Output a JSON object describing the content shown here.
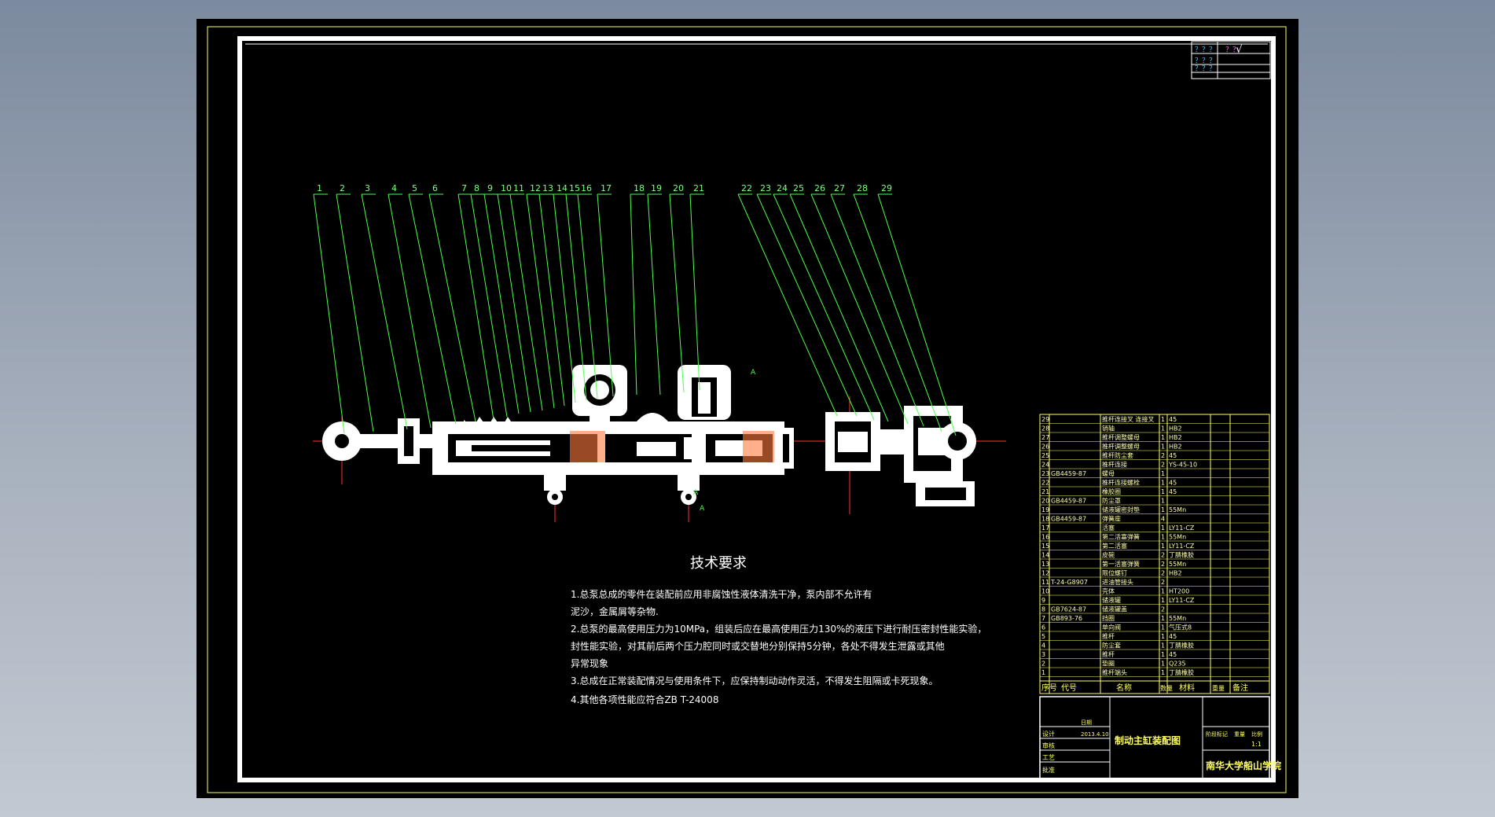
{
  "drawing": {
    "bg_color": "#000000",
    "frame_color": "#ffffff",
    "outer_frame_color": "#ffff66",
    "leader_color": "#4cff4c",
    "center_color": "#ff3030",
    "table_color": "#ffff66"
  },
  "part_numbers": [
    "1",
    "2",
    "3",
    "4",
    "5",
    "6",
    "7",
    "8",
    "9",
    "10",
    "11",
    "12",
    "13",
    "14",
    "15",
    "16",
    "17",
    "18",
    "19",
    "20",
    "21",
    "22",
    "23",
    "24",
    "25",
    "26",
    "27",
    "28",
    "29"
  ],
  "section_markers": [
    "A",
    "A",
    "A"
  ],
  "tech_requirements": {
    "title": "技术要求",
    "lines": [
      "1.总泵总成的零件在装配前应用非腐蚀性液体清洗干净，泵内部不允许有",
      "泥沙，金属屑等杂物.",
      "2.总泵的最高使用压力为10MPa，组装后应在最高使用压力130%的液压下进行耐压密封性能实验，",
      "封性能实验，对其前后两个压力腔同时或交替地分别保持5分钟，各处不得发生泄露或其他",
      "异常现象",
      "3.总成在正常装配情况与使用条件下，应保持制动动作灵活，不得发生阻隔或卡死现象。",
      "4.其他各项性能应符合ZB T-24008"
    ]
  },
  "bom": {
    "rows": [
      {
        "no": "29",
        "code": "",
        "name": "推杆连接叉 连接叉",
        "qty": "1",
        "mat": "45"
      },
      {
        "no": "28",
        "code": "",
        "name": "销轴",
        "qty": "1",
        "mat": "HB2"
      },
      {
        "no": "27",
        "code": "",
        "name": "推杆调整螺母",
        "qty": "1",
        "mat": "HB2"
      },
      {
        "no": "26",
        "code": "",
        "name": "推杆调整螺母",
        "qty": "1",
        "mat": "HB2"
      },
      {
        "no": "25",
        "code": "",
        "name": "推杆防尘套",
        "qty": "2",
        "mat": "45"
      },
      {
        "no": "24",
        "code": "",
        "name": "推杆连接",
        "qty": "2",
        "mat": "YS-45-10"
      },
      {
        "no": "23",
        "code": "GB4459-87",
        "name": "螺母",
        "qty": "1",
        "mat": ""
      },
      {
        "no": "22",
        "code": "",
        "name": "推杆连接螺栓",
        "qty": "1",
        "mat": "45"
      },
      {
        "no": "21",
        "code": "",
        "name": "橡胶圈",
        "qty": "1",
        "mat": "45"
      },
      {
        "no": "20",
        "code": "GB4459-87",
        "name": "防尘罩",
        "qty": "1",
        "mat": ""
      },
      {
        "no": "19",
        "code": "",
        "name": "储液罐密封垫",
        "qty": "1",
        "mat": "55Mn"
      },
      {
        "no": "18",
        "code": "GB4459-87",
        "name": "弹簧座",
        "qty": "4",
        "mat": ""
      },
      {
        "no": "17",
        "code": "",
        "name": "活塞",
        "qty": "1",
        "mat": "LY11-CZ"
      },
      {
        "no": "16",
        "code": "",
        "name": "第二活塞弹簧",
        "qty": "1",
        "mat": "55Mn"
      },
      {
        "no": "15",
        "code": "",
        "name": "第二活塞",
        "qty": "1",
        "mat": "LY11-CZ"
      },
      {
        "no": "14",
        "code": "",
        "name": "皮碗",
        "qty": "2",
        "mat": "丁腈橡胶"
      },
      {
        "no": "13",
        "code": "",
        "name": "第一活塞弹簧",
        "qty": "2",
        "mat": "55Mn"
      },
      {
        "no": "12",
        "code": "",
        "name": "限位螺钉",
        "qty": "2",
        "mat": "HB2"
      },
      {
        "no": "11",
        "code": "T-24-G8907",
        "name": "进油管接头",
        "qty": "2",
        "mat": ""
      },
      {
        "no": "10",
        "code": "",
        "name": "壳体",
        "qty": "1",
        "mat": "HT200"
      },
      {
        "no": "9",
        "code": "",
        "name": "储液罐",
        "qty": "1",
        "mat": "LY11-CZ"
      },
      {
        "no": "8",
        "code": "GB7624-87",
        "name": "储液罐盖",
        "qty": "2",
        "mat": ""
      },
      {
        "no": "7",
        "code": "GB893-76",
        "name": "挡圈",
        "qty": "1",
        "mat": "55Mn"
      },
      {
        "no": "6",
        "code": "",
        "name": "单向阀",
        "qty": "1",
        "mat": "气压式8"
      },
      {
        "no": "5",
        "code": "",
        "name": "推杆",
        "qty": "1",
        "mat": "45"
      },
      {
        "no": "4",
        "code": "",
        "name": "防尘套",
        "qty": "1",
        "mat": "丁腈橡胶"
      },
      {
        "no": "3",
        "code": "",
        "name": "推杆",
        "qty": "1",
        "mat": "45"
      },
      {
        "no": "2",
        "code": "",
        "name": "垫圈",
        "qty": "1",
        "mat": "Q235"
      },
      {
        "no": "1",
        "code": "",
        "name": "推杆端头",
        "qty": "1",
        "mat": "丁腈橡胶"
      }
    ],
    "header": {
      "no": "序号",
      "code": "代号",
      "name": "名称",
      "qty": "数量",
      "mat": "材料",
      "weight": "重量",
      "remark": "备注"
    }
  },
  "title_block": {
    "title": "制动主缸装配图",
    "school": "南华大学船山学院",
    "labels": {
      "design": "设计",
      "check": "审核",
      "process": "工艺",
      "approve": "批准",
      "date_label": "日期",
      "stage": "阶段标记",
      "weight": "重量",
      "scale": "比例"
    },
    "scale_value": "1:1",
    "date_value": "2013.4.10"
  },
  "revision_block": {
    "marks": [
      "？？？",
      "？？？",
      "？？？"
    ],
    "tick": "√",
    "qmarks": "？？"
  }
}
